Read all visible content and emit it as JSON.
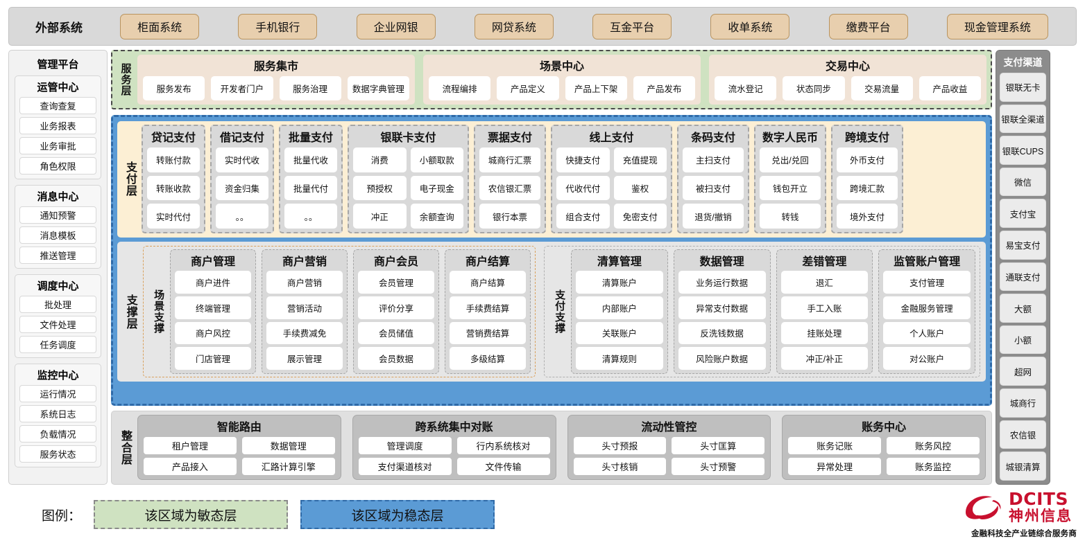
{
  "external": {
    "label": "外部系统",
    "items": [
      "柜面系统",
      "手机银行",
      "企业网银",
      "网贷系统",
      "互金平台",
      "收单系统",
      "缴费平台",
      "现金管理系统"
    ]
  },
  "management": {
    "title": "管理平台",
    "groups": [
      {
        "title": "运管中心",
        "items": [
          "查询查复",
          "业务报表",
          "业务审批",
          "角色权限"
        ]
      },
      {
        "title": "消息中心",
        "items": [
          "通知预警",
          "消息模板",
          "推送管理"
        ]
      },
      {
        "title": "调度中心",
        "items": [
          "批处理",
          "文件处理",
          "任务调度"
        ]
      },
      {
        "title": "监控中心",
        "items": [
          "运行情况",
          "系统日志",
          "负载情况",
          "服务状态"
        ]
      }
    ]
  },
  "channels": {
    "title": "支付渠道",
    "items": [
      "银联无卡",
      "银联全渠道",
      "银联CUPS",
      "微信",
      "支付宝",
      "易宝支付",
      "通联支付",
      "大额",
      "小额",
      "超网",
      "城商行",
      "农信银",
      "城银清算"
    ]
  },
  "service_layer": {
    "label": "服务层",
    "groups": [
      {
        "title": "服务集市",
        "items": [
          "服务发布",
          "开发者门户",
          "服务治理",
          "数据字典管理"
        ]
      },
      {
        "title": "场景中心",
        "items": [
          "流程编排",
          "产品定义",
          "产品上下架",
          "产品发布"
        ]
      },
      {
        "title": "交易中心",
        "items": [
          "流水登记",
          "状态同步",
          "交易流量",
          "产品收益"
        ]
      }
    ]
  },
  "payment_layer": {
    "label": "支付层",
    "groups": [
      {
        "title": "贷记支付",
        "cols": 1,
        "width": 92,
        "rows": [
          [
            "转账付款"
          ],
          [
            "转账收款"
          ],
          [
            "实时代付"
          ]
        ]
      },
      {
        "title": "借记支付",
        "cols": 1,
        "width": 92,
        "rows": [
          [
            "实时代收"
          ],
          [
            "资金归集"
          ],
          [
            "。。"
          ]
        ]
      },
      {
        "title": "批量支付",
        "cols": 1,
        "width": 92,
        "rows": [
          [
            "批量代收"
          ],
          [
            "批量代付"
          ],
          [
            "。。"
          ]
        ]
      },
      {
        "title": "银联卡支付",
        "cols": 2,
        "width": 175,
        "rows": [
          [
            "消费",
            "小额取款"
          ],
          [
            "预授权",
            "电子现金"
          ],
          [
            "冲正",
            "余额查询"
          ]
        ]
      },
      {
        "title": "票据支付",
        "cols": 1,
        "width": 104,
        "rows": [
          [
            "城商行汇票"
          ],
          [
            "农信银汇票"
          ],
          [
            "银行本票"
          ]
        ]
      },
      {
        "title": "线上支付",
        "cols": 2,
        "width": 175,
        "rows": [
          [
            "快捷支付",
            "充值提现"
          ],
          [
            "代收代付",
            "鉴权"
          ],
          [
            "组合支付",
            "免密支付"
          ]
        ]
      },
      {
        "title": "条码支付",
        "cols": 1,
        "width": 104,
        "rows": [
          [
            "主扫支付"
          ],
          [
            "被扫支付"
          ],
          [
            "退货/撤销"
          ]
        ]
      },
      {
        "title": "数字人民币",
        "cols": 1,
        "width": 104,
        "rows": [
          [
            "兑出/兑回"
          ],
          [
            "钱包开立"
          ],
          [
            "转钱"
          ]
        ]
      },
      {
        "title": "跨境支付",
        "cols": 1,
        "width": 104,
        "rows": [
          [
            "外币支付"
          ],
          [
            "跨境汇款"
          ],
          [
            "境外支付"
          ]
        ]
      }
    ]
  },
  "support_layer": {
    "label": "支撑层",
    "zones": [
      {
        "label": "场景支撑",
        "groups": [
          {
            "title": "商户管理",
            "items": [
              "商户进件",
              "终端管理",
              "商户风控",
              "门店管理"
            ]
          },
          {
            "title": "商户营销",
            "items": [
              "商户营销",
              "营销活动",
              "手续费减免",
              "展示管理"
            ]
          },
          {
            "title": "商户会员",
            "items": [
              "会员管理",
              "评价分享",
              "会员储值",
              "会员数据"
            ]
          },
          {
            "title": "商户结算",
            "items": [
              "商户结算",
              "手续费结算",
              "营销费结算",
              "多级结算"
            ]
          }
        ]
      },
      {
        "label": "支付支撑",
        "groups": [
          {
            "title": "清算管理",
            "items": [
              "清算账户",
              "内部账户",
              "关联账户",
              "清算规则"
            ]
          },
          {
            "title": "数据管理",
            "items": [
              "业务运行数据",
              "异常支付数据",
              "反洗钱数据",
              "风险账户数据"
            ]
          },
          {
            "title": "差错管理",
            "items": [
              "退汇",
              "手工入账",
              "挂账处理",
              "冲正/补正"
            ]
          },
          {
            "title": "监管账户管理",
            "items": [
              "支付管理",
              "金融服务管理",
              "个人账户",
              "对公账户"
            ]
          }
        ]
      }
    ]
  },
  "integration_layer": {
    "label": "整合层",
    "groups": [
      {
        "title": "智能路由",
        "rows": [
          [
            "租户管理",
            "数据管理"
          ],
          [
            "产品接入",
            "汇路计算引擎"
          ]
        ]
      },
      {
        "title": "跨系统集中对账",
        "rows": [
          [
            "管理调度",
            "行内系统核对"
          ],
          [
            "支付渠道核对",
            "文件传输"
          ]
        ]
      },
      {
        "title": "流动性管控",
        "rows": [
          [
            "头寸预报",
            "头寸匡算"
          ],
          [
            "头寸核销",
            "头寸预警"
          ]
        ]
      },
      {
        "title": "账务中心",
        "rows": [
          [
            "账务记账",
            "账务风控"
          ],
          [
            "异常处理",
            "账务监控"
          ]
        ]
      }
    ]
  },
  "legend": {
    "label": "图例：",
    "agile": "该区域为敏态层",
    "stable": "该区域为稳态层"
  },
  "logo": {
    "en": "DCITS",
    "cn": "神州信息",
    "tagline": "金融科技全产业链综合服务商"
  },
  "colors": {
    "agile_green": "#cfe2c1",
    "stable_blue": "#5b9bd5",
    "payment_yellow": "#fcefd4",
    "external_tan": "#e8cfae",
    "logo_red": "#c8102e"
  }
}
